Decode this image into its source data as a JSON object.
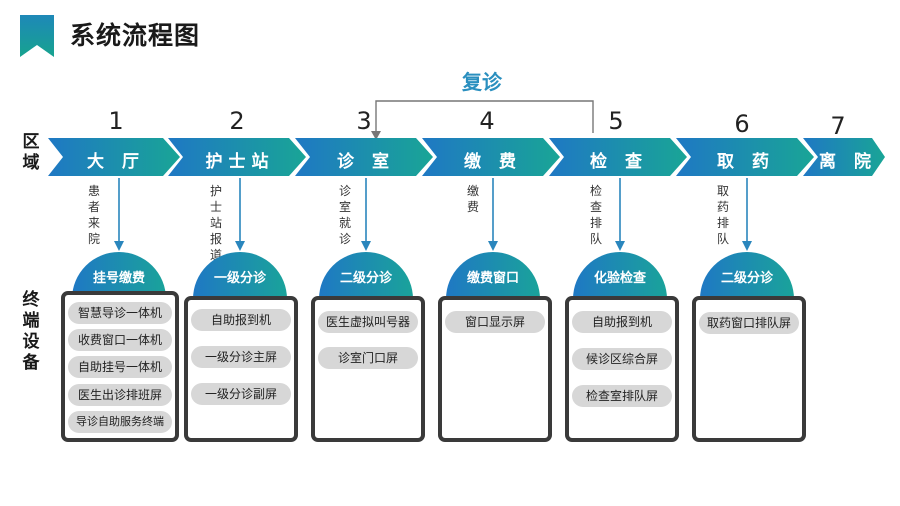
{
  "title": "系统流程图",
  "row_labels": {
    "area": [
      "区",
      "域"
    ],
    "terminal": [
      "终",
      "端",
      "设",
      "备"
    ]
  },
  "return_label": "复诊",
  "steps": [
    {
      "num": "1",
      "area": "大 厅",
      "desc": [
        "患",
        "者",
        "来",
        "院"
      ],
      "header": "挂号缴费",
      "devices": [
        "智慧导诊一体机",
        "收费窗口一体机",
        "自助挂号一体机",
        "医生出诊排班屏",
        "导诊自助服务终端"
      ]
    },
    {
      "num": "2",
      "area": "护士站",
      "desc": [
        "护",
        "士",
        "站",
        "报",
        "道"
      ],
      "header": "一级分诊",
      "devices": [
        "自助报到机",
        "一级分诊主屏",
        "一级分诊副屏"
      ]
    },
    {
      "num": "3",
      "area": "诊 室",
      "desc": [
        "诊",
        "室",
        "就",
        "诊"
      ],
      "header": "二级分诊",
      "devices": [
        "医生虚拟叫号器",
        "诊室门口屏"
      ]
    },
    {
      "num": "4",
      "area": "缴 费",
      "desc": [
        "缴",
        "费"
      ],
      "header": "缴费窗口",
      "devices": [
        "窗口显示屏"
      ]
    },
    {
      "num": "5",
      "area": "检 查",
      "desc": [
        "检",
        "查",
        "排",
        "队"
      ],
      "header": "化验检查",
      "devices": [
        "自助报到机",
        "候诊区综合屏",
        "检查室排队屏"
      ]
    },
    {
      "num": "6",
      "area": "取 药",
      "desc": [
        "取",
        "药",
        "排",
        "队"
      ],
      "header": "二级分诊",
      "devices": [
        "取药窗口排队屏"
      ]
    },
    {
      "num": "7",
      "area": "离 院"
    }
  ],
  "colors": {
    "accent_blue": "#1f78c4",
    "accent_teal": "#1aa39a",
    "text_blue": "#2a8fbf",
    "panel_border": "#3a3a3a",
    "pill": "#d7d7d7"
  }
}
